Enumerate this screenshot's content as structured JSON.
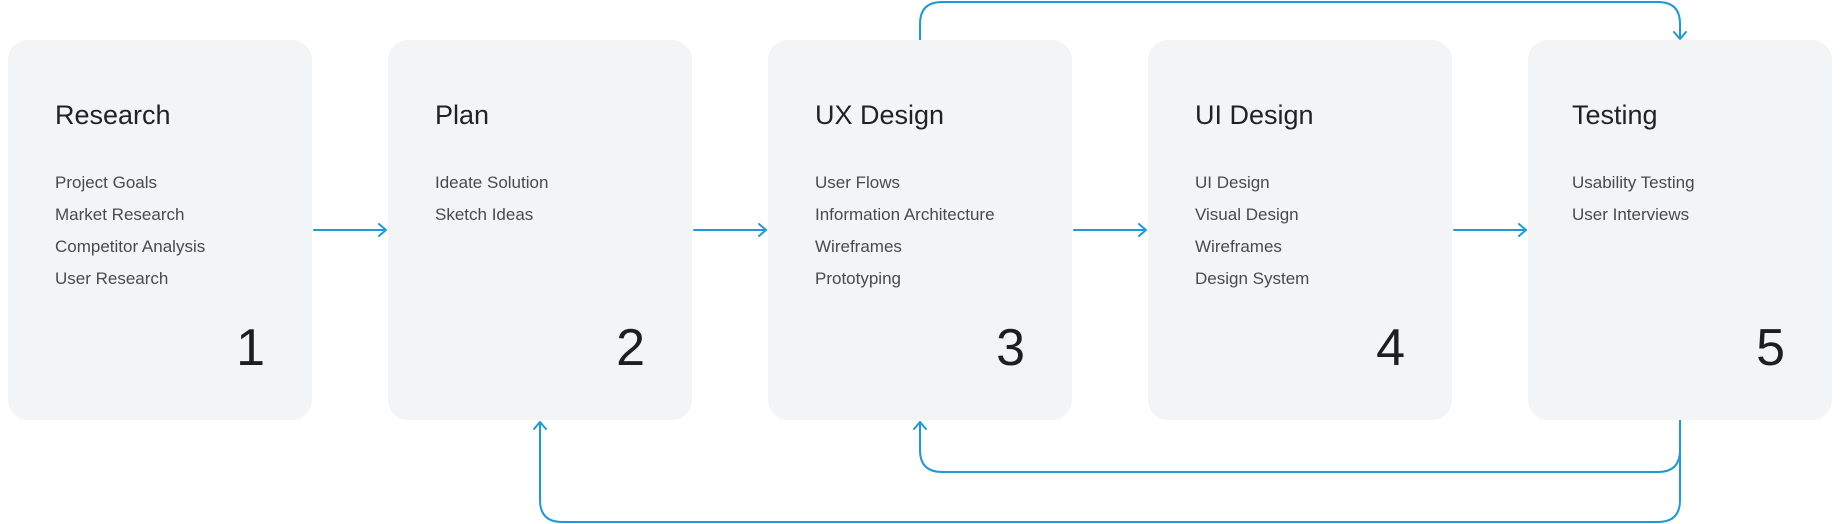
{
  "stages": [
    {
      "title": "Research",
      "items": [
        "Project Goals",
        "Market Research",
        "Competitor Analysis",
        "User Research"
      ],
      "number": "1"
    },
    {
      "title": "Plan",
      "items": [
        "Ideate Solution",
        "Sketch Ideas"
      ],
      "number": "2"
    },
    {
      "title": "UX Design",
      "items": [
        "User Flows",
        "Information Architecture",
        "Wireframes",
        "Prototyping"
      ],
      "number": "3"
    },
    {
      "title": "UI Design",
      "items": [
        "UI Design",
        "Visual Design",
        "Wireframes",
        "Design System"
      ],
      "number": "4"
    },
    {
      "title": "Testing",
      "items": [
        "Usability Testing",
        "User Interviews"
      ],
      "number": "5"
    }
  ],
  "colors": {
    "connector": "#1e9ad6",
    "card_background": "#f3f4f6"
  }
}
